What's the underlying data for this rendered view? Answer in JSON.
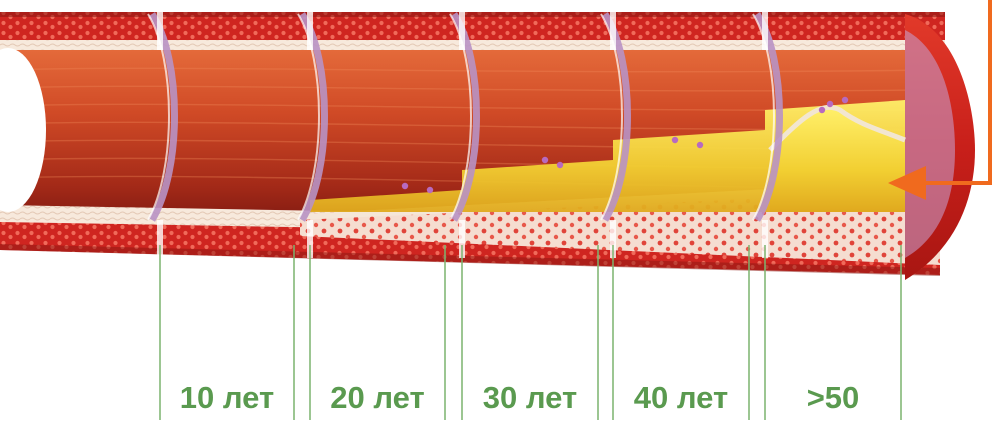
{
  "diagram": {
    "stages": [
      {
        "label": "10 лет",
        "plaque_level": 0
      },
      {
        "label": "20 лет",
        "plaque_level": 0.1
      },
      {
        "label": "30 лет",
        "plaque_level": 0.35
      },
      {
        "label": "40 лет",
        "plaque_level": 0.6
      },
      {
        "label": ">50",
        "plaque_level": 0.85
      }
    ],
    "colors": {
      "artery_red": "#c8201c",
      "artery_dark": "#8c1812",
      "lumen_red": "#d2512a",
      "wall_tissue": "#f5e6d8",
      "plaque_yellow": "#f2d23a",
      "intima_lilac": "#c79ac6",
      "arrow_orange": "#f06a1e",
      "divider_green": "#7cb46f",
      "label_green": "#5a9a4f"
    }
  }
}
